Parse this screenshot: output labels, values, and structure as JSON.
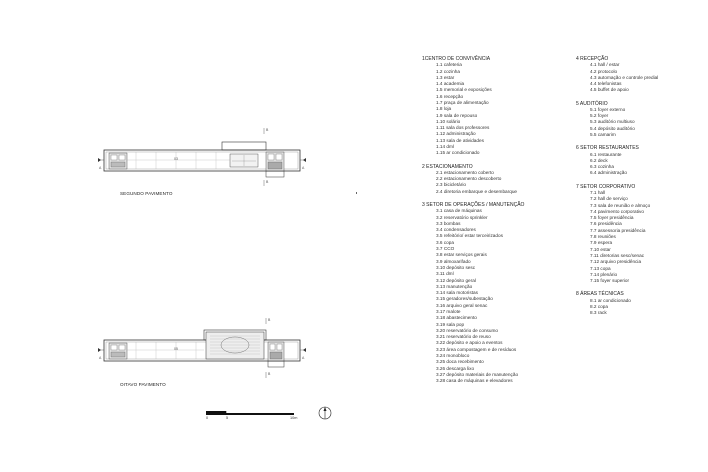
{
  "plans": [
    {
      "title": "SEGUNDO PAVIMENTO"
    },
    {
      "title": "OITAVO PAVIMENTO"
    }
  ],
  "section_marks": {
    "a": "A",
    "b": "B",
    "plan_label_1": "03",
    "plan_label_2": "05"
  },
  "scale_bar": {
    "labels": [
      "0",
      "5",
      "10m"
    ]
  },
  "legend_col1": [
    {
      "title": "1CENTRO DE CONVIVÊNCIA",
      "items": [
        "1.1 cafeteria",
        "1.2 cozinha",
        "1.3 estar",
        "1.4 academia",
        "1.5 memorial e exposições",
        "1.6 recepção",
        "1.7 praça de alimentação",
        "1.8 loja",
        "1.9 sala de repouso",
        "1.10 solário",
        "1.11 sala dos professores",
        "1.12 administração",
        "1.13 sala de atividades",
        "1.14 dml",
        "1.15 ar condicionado"
      ]
    },
    {
      "title": "2 ESTACIONAMENTO",
      "items": [
        "2.1 estacionamento coberto",
        "2.2 estacionamento descoberto",
        "2.3 bicicletário",
        "2.4 diretoria embarque e desembarque"
      ]
    },
    {
      "title": "3 SETOR DE OPERAÇÕES / MANUTENÇÃO",
      "items": [
        "3.1 casa de máquinas",
        "3.2 reservatório sprinkler",
        "3.3 bombas",
        "3.4 condensadores",
        "3.5 refeitório/ estar terceirizados",
        "3.6 copa",
        "3.7 CCO",
        "3.8 estar serviços gerais",
        "3.9 almoxarifado",
        "3.10 depósito sesc",
        "3.11 dml",
        "3.12 depósito geral",
        "3.13 manutenção",
        "3.14 sala motoristas",
        "3.15 geradores/subestação",
        "3.16 arquivo geral senac",
        "3.17 malote",
        "3.18 abastecimento",
        "3.19 sala pop",
        "3.20 reservatório de consumo",
        "3.21 reservatório de reuso",
        "3.22 depósito e apoio a eventos",
        "3.23 área compostagem e de resíduos",
        "3.24 monobloco",
        "3.25 doca recebimento",
        "3.26 descarga lixo",
        "3.27 depósito materiais de manutenção",
        "3.28 casa de máquinas e elevadores"
      ]
    }
  ],
  "legend_col2": [
    {
      "title": "4 RECEPÇÃO",
      "items": [
        "4.1 hall / estar",
        "4.2 protocolo",
        "4.3 automação e controle predial",
        "4.4 telefonistas",
        "4.5 buffet de apoio"
      ]
    },
    {
      "title": "5 AUDITÓRIO",
      "items": [
        "5.1 foyer externo",
        "5.2 foyer",
        "5.3 auditório multiuso",
        "5.4 depósito auditório",
        "5.5 camarim"
      ]
    },
    {
      "title": "6 SETOR RESTAURANTES",
      "items": [
        "6.1 restaurante",
        "6.2 deck",
        "6.3 cozinha",
        "6.4 administração"
      ]
    },
    {
      "title": "7 SETOR CORPORATIVO",
      "items": [
        "7.1 hall",
        "7.2 hall de serviço",
        "7.3 sala de reunião e almoço",
        "7.4 pavimento corporativo",
        "7.5 foyer presidência",
        "7.6 presidência",
        "7.7 assessoria presidência",
        "7.8 reuniões",
        "7.9 espera",
        "7.10 estar",
        "7.11 diretorias sesc/senac",
        "7.12 arquivo presidência",
        "7.13 copa",
        "7.14 plenário",
        "7.15 foyer superior"
      ]
    },
    {
      "title": "8 ÁREAS TÉCNICAS",
      "items": [
        "8.1 ar condicionado",
        "8.2 copa",
        "8.3 rack"
      ]
    }
  ]
}
